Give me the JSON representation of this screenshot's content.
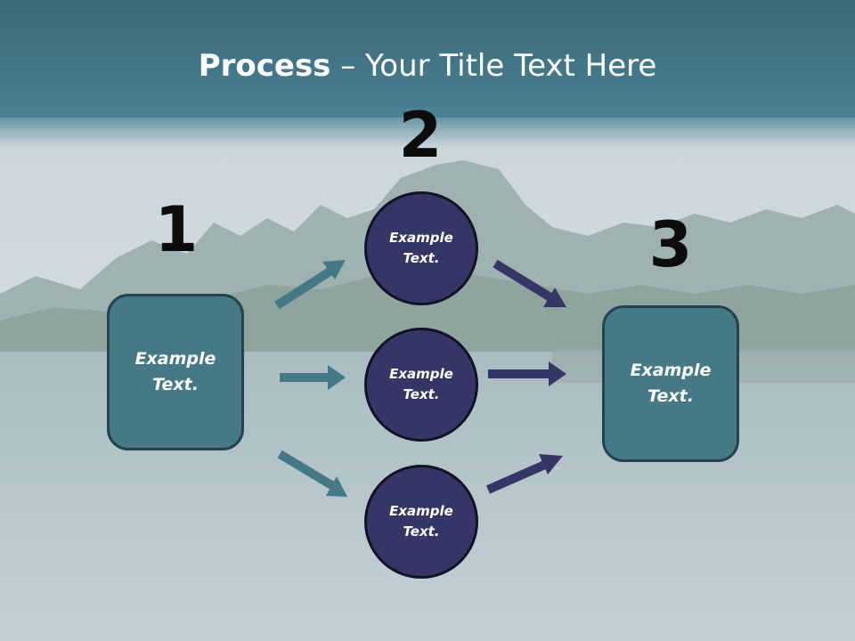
{
  "slide": {
    "title_bold": "Process",
    "title_rest": " – Your Title Text Here"
  },
  "steps": {
    "one": {
      "number": "1",
      "label": "Example Text."
    },
    "two": {
      "number": "2",
      "items": [
        {
          "label": "Example Text."
        },
        {
          "label": "Example Text."
        },
        {
          "label": "Example Text."
        }
      ]
    },
    "three": {
      "number": "3",
      "label": "Example Text."
    }
  },
  "colors": {
    "header": "#457985",
    "box_fill": "#457985",
    "circle_fill": "#363666",
    "arrow_teal": "#457985",
    "arrow_navy": "#363666"
  }
}
